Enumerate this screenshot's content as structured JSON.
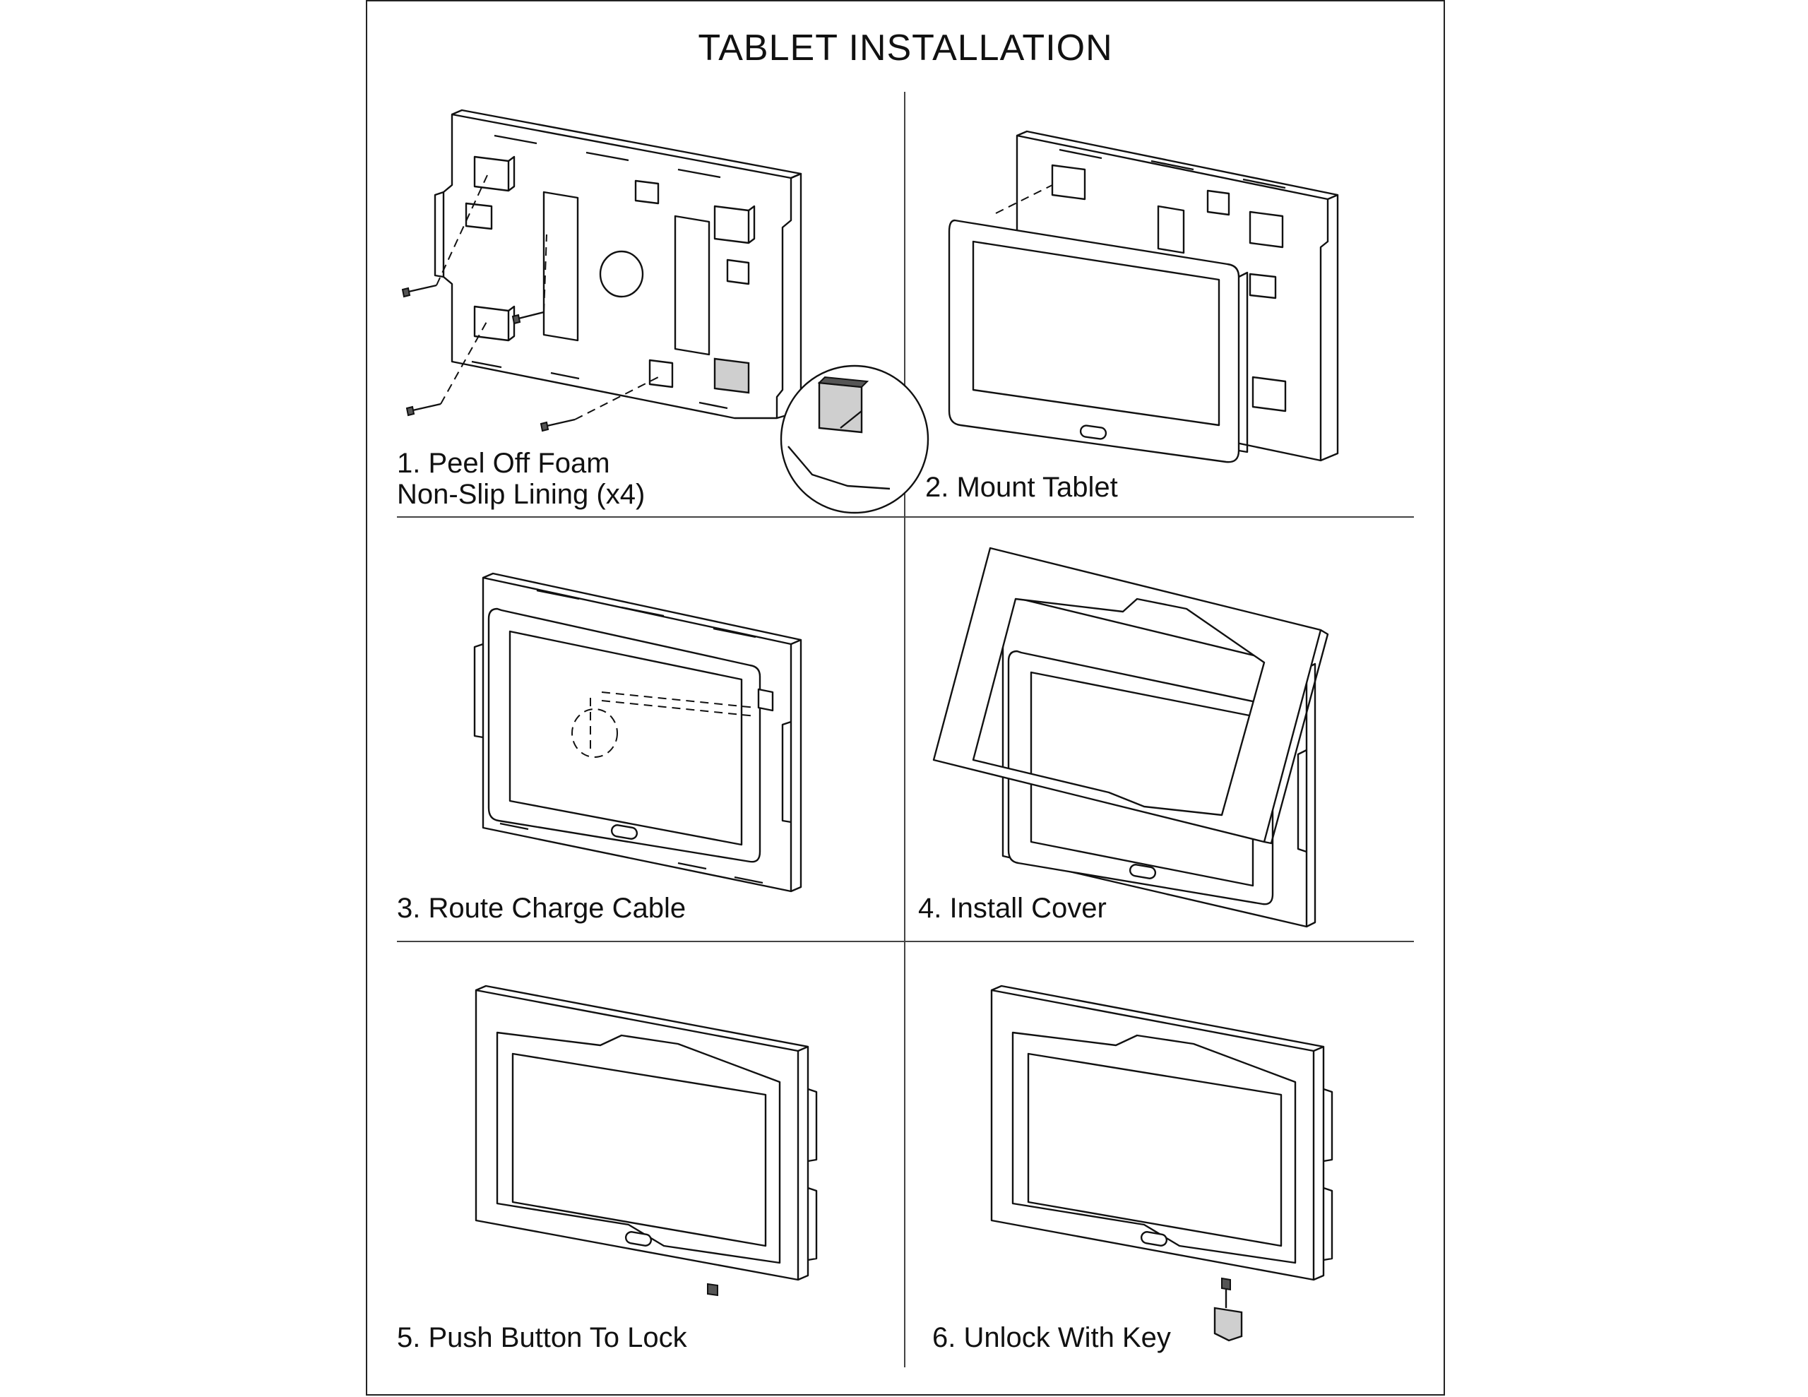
{
  "title": "TABLET INSTALLATION",
  "steps": [
    {
      "label": "1. Peel Off Foam\nNon-Slip Lining (x4)"
    },
    {
      "label": "2. Mount Tablet"
    },
    {
      "label": "3. Route Charge Cable"
    },
    {
      "label": "4. Install Cover"
    },
    {
      "label": "5. Push Button To Lock"
    },
    {
      "label": "6. Unlock With Key"
    }
  ]
}
